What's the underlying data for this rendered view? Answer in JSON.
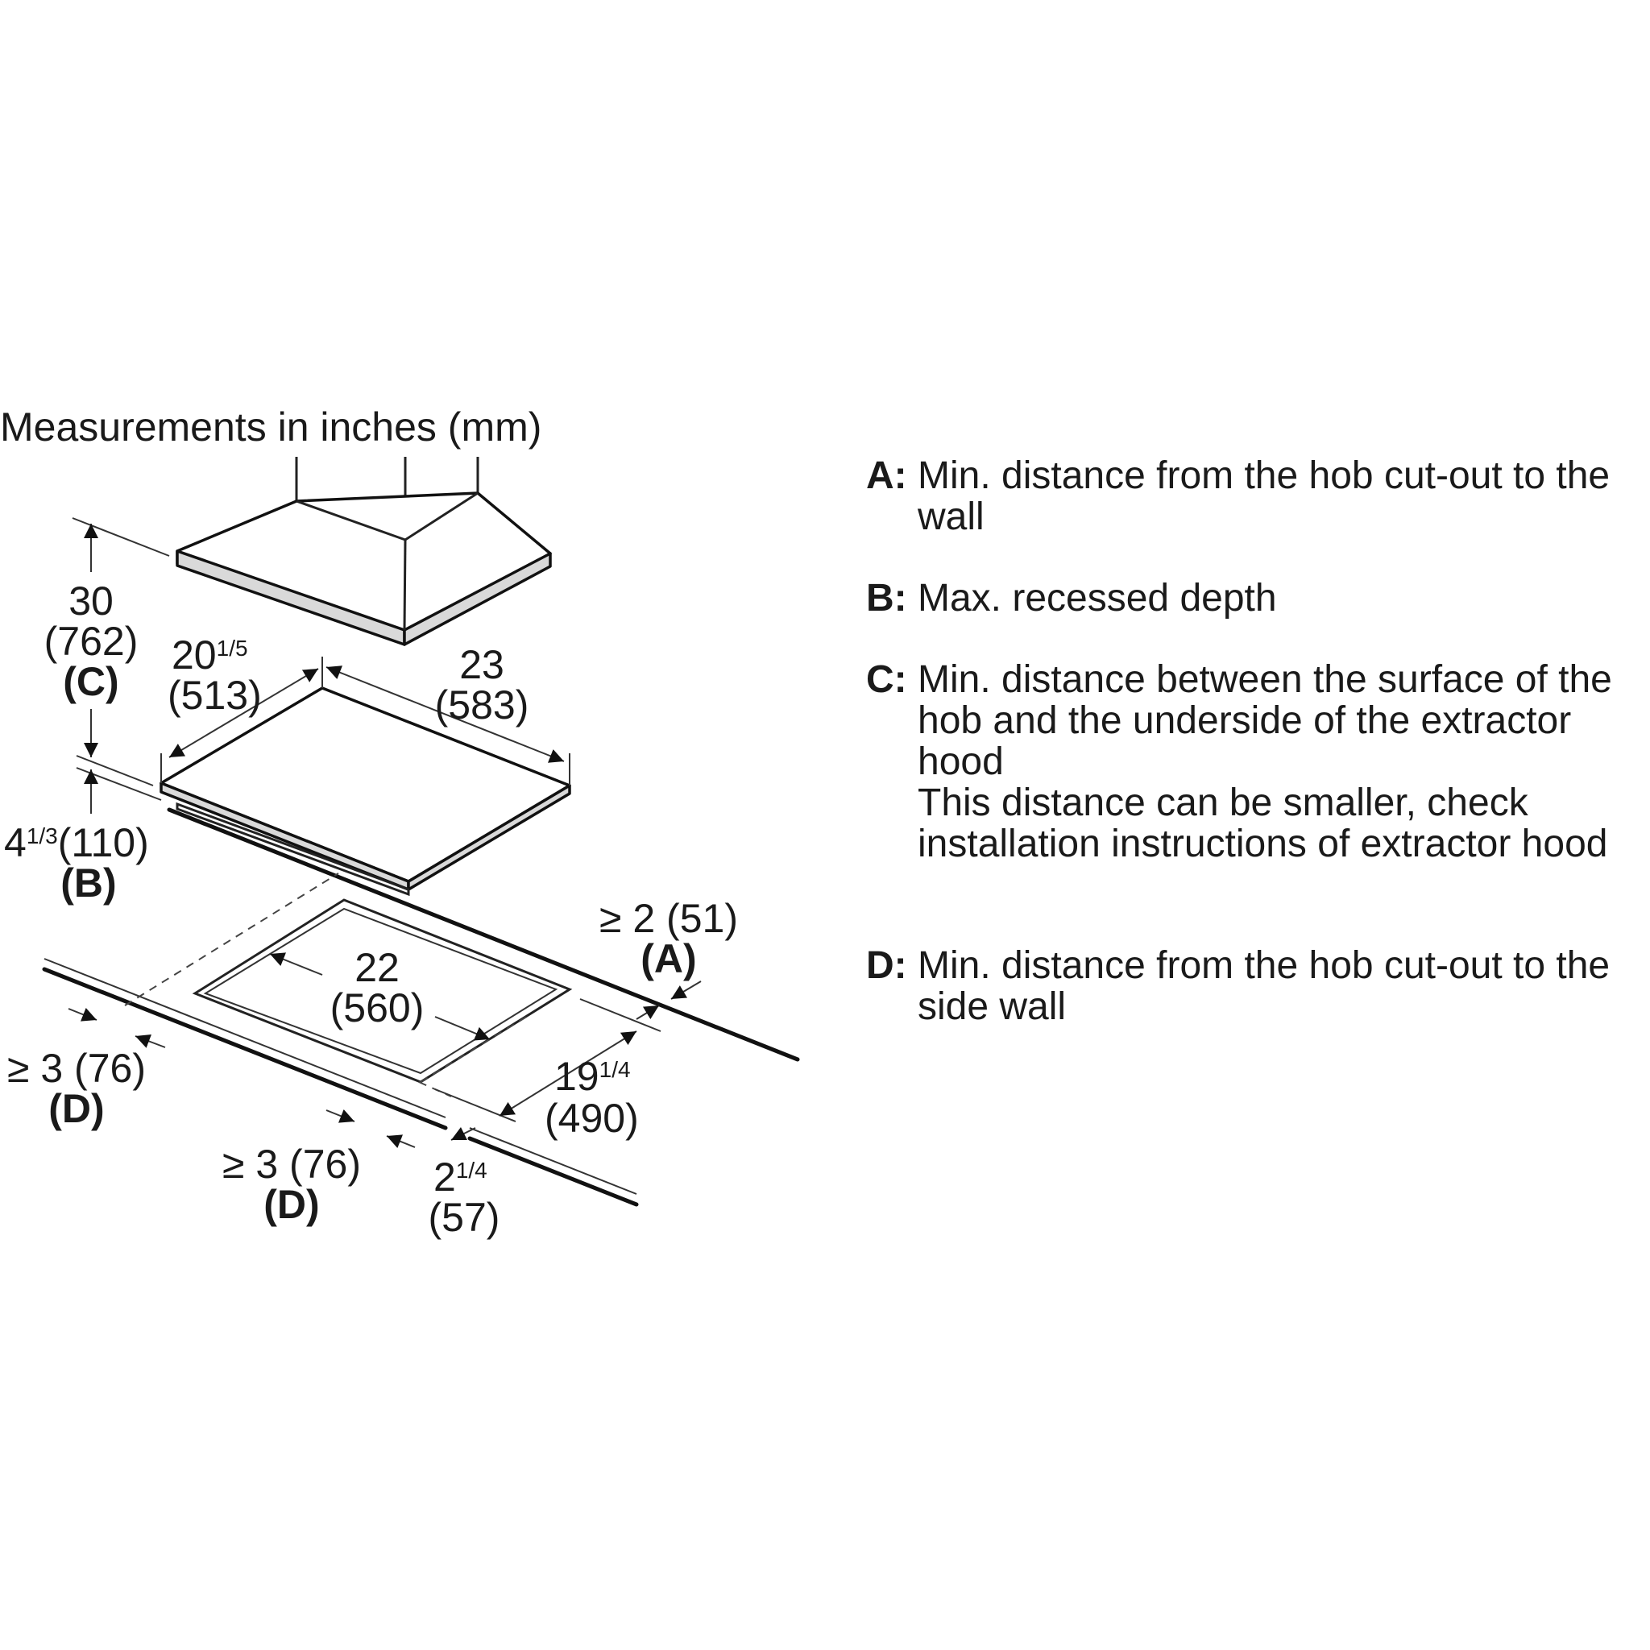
{
  "title": "Measurements in inches (mm)",
  "dimensions": {
    "c_in": "30",
    "c_mm": "(762)",
    "c_key": "(C)",
    "b_in_whole": "4",
    "b_in_frac": "1/3",
    "b_mm": "(110)",
    "b_key": "(B)",
    "depth_in_whole": "20",
    "depth_in_frac": "1/5",
    "depth_mm": "(513)",
    "width_in": "23",
    "width_mm": "(583)",
    "a_in": "≥ 2 (51)",
    "a_key": "(A)",
    "cut_width_in": "22",
    "cut_width_mm": "(560)",
    "cut_depth_in_whole": "19",
    "cut_depth_in_frac": "1/4",
    "cut_depth_mm": "(490)",
    "d_left": "≥ 3 (76)",
    "d_left_key": "(D)",
    "d_front": "≥ 3 (76)",
    "d_front_key": "(D)",
    "front_in_whole": "2",
    "front_in_frac": "1/4",
    "front_mm": "(57)"
  },
  "legend": [
    {
      "key": "A:",
      "text": "Min. distance from the hob cut-out to the wall"
    },
    {
      "key": "B:",
      "text": "Max. recessed depth"
    },
    {
      "key": "C:",
      "text": "Min. distance between the surface of the hob and the underside of the extractor hood",
      "note": "This distance can be smaller, check installation instructions of extractor hood"
    },
    {
      "key": "D:",
      "text": "Min. distance from the hob cut-out to the side wall"
    }
  ]
}
